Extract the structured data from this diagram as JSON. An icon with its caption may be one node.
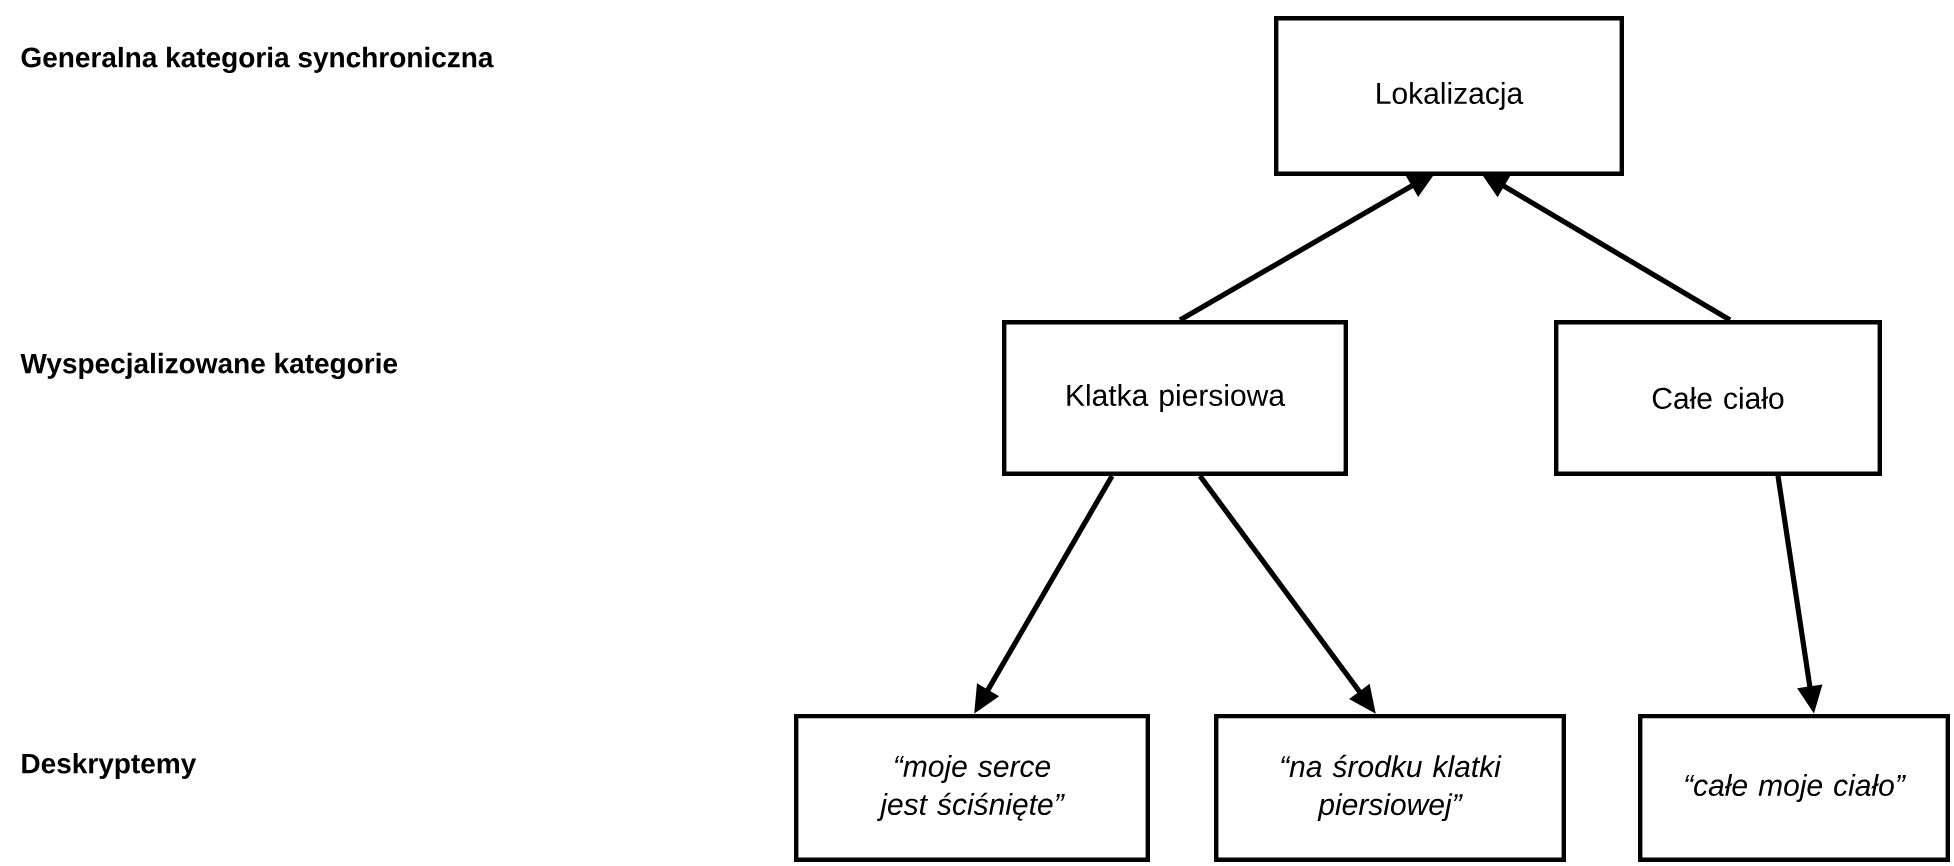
{
  "diagram": {
    "nodes": [
      {
        "text": [
          "Lokalizacja"
        ]
      },
      {
        "text": [
          "Klatka piersiowa"
        ]
      },
      {
        "text": [
          "Całe ciało"
        ]
      },
      {
        "text": [
          "“moje serce jest ściśnięte”"
        ]
      },
      {
        "text": [
          "“na środku klatki piersiowej”"
        ]
      },
      {
        "text": [
          "“całe moje ciało”"
        ]
      }
    ],
    "edges": [
      {
        "from": 1,
        "to": 0,
        "arrow": "to"
      },
      {
        "from": 2,
        "to": 0,
        "arrow": "to"
      },
      {
        "from": 1,
        "to": 3,
        "arrow": "to"
      },
      {
        "from": 1,
        "to": 4,
        "arrow": "to"
      },
      {
        "from": 2,
        "to": 5,
        "arrow": "to"
      }
    ],
    "labels": [
      "Generalna kategoria synchroniczna",
      "Wyspecjalizowane kategorie",
      "Deskryptemy"
    ]
  }
}
